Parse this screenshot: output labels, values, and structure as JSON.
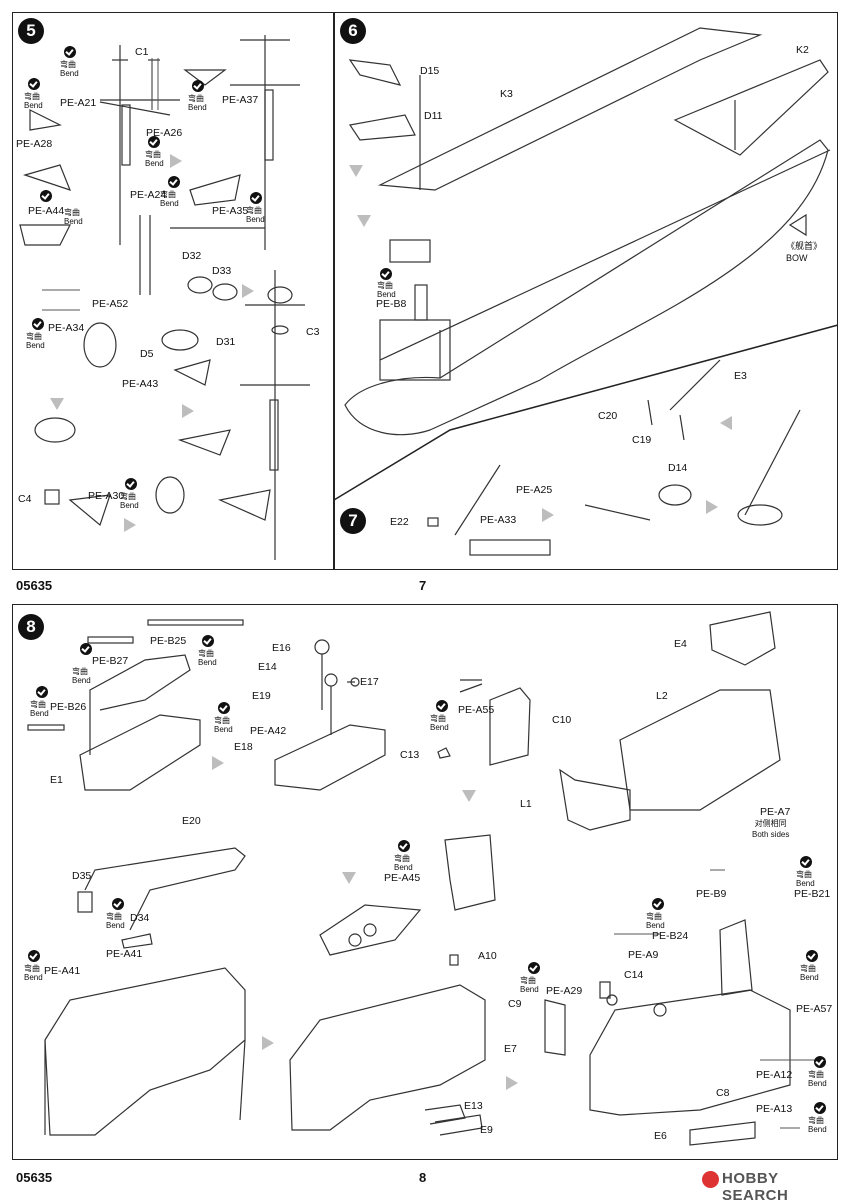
{
  "page_top": {
    "catalog": "05635",
    "page": "7",
    "step5": {
      "number": "5",
      "labels": [
        "C1",
        "PE-A21",
        "PE-A26",
        "PE-A28",
        "PE-A24",
        "PE-A44",
        "PE-A37",
        "PE-A35",
        "D32",
        "D33",
        "C3",
        "PE-A52",
        "PE-A34",
        "D5",
        "D31",
        "PE-A43",
        "C4",
        "PE-A30"
      ],
      "bend_zh": "弯曲",
      "bend_en": "Bend"
    },
    "step6": {
      "number": "6",
      "labels": [
        "D15",
        "D11",
        "K3",
        "K2",
        "PE-B8"
      ],
      "bow_zh": "《舰首》",
      "bow_en": "BOW"
    },
    "step7": {
      "number": "7",
      "labels": [
        "E3",
        "C20",
        "C19",
        "D14",
        "PE-A25",
        "E22",
        "PE-A33"
      ]
    }
  },
  "page_bottom": {
    "catalog": "05635",
    "page": "8",
    "step8": {
      "number": "8",
      "labels": [
        "PE-B25",
        "PE-B27",
        "PE-B26",
        "E1",
        "E16",
        "E14",
        "E17",
        "E19",
        "PE-A42",
        "E18",
        "E4",
        "L2",
        "PE-A55",
        "C10",
        "C13",
        "L1",
        "PE-A7",
        "E20",
        "D35",
        "D34",
        "PE-A41",
        "PE-A45",
        "A10",
        "E13",
        "E9",
        "PE-B9",
        "PE-B21",
        "PE-B24",
        "PE-A9",
        "C14",
        "PE-A29",
        "C9",
        "E7",
        "PE-A57",
        "PE-A12",
        "PE-A13",
        "C8",
        "E6"
      ],
      "both_sides_zh": "对侧相同",
      "both_sides_en": "Both sides"
    }
  },
  "watermark": "HOBBY SEARCH"
}
